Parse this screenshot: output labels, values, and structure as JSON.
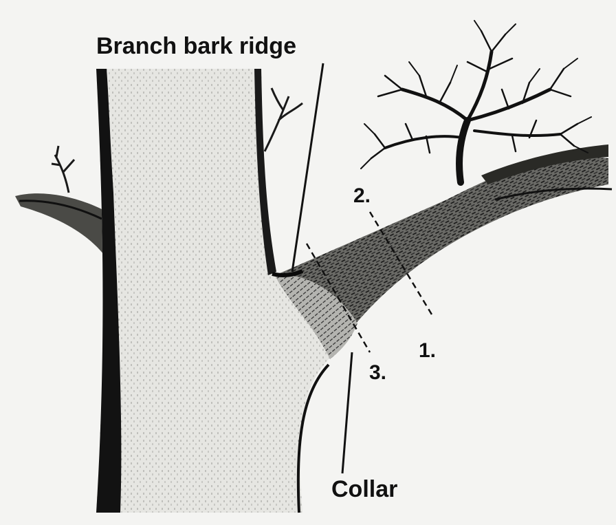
{
  "labels": {
    "branch_bark_ridge": "Branch bark ridge",
    "collar": "Collar",
    "cut_1": "1.",
    "cut_2": "2.",
    "cut_3": "3."
  },
  "colors": {
    "ink": "#111111",
    "paper": "#f4f4f2",
    "bark_light": "#dcdcd8",
    "bark_mid": "#8c8c88"
  }
}
